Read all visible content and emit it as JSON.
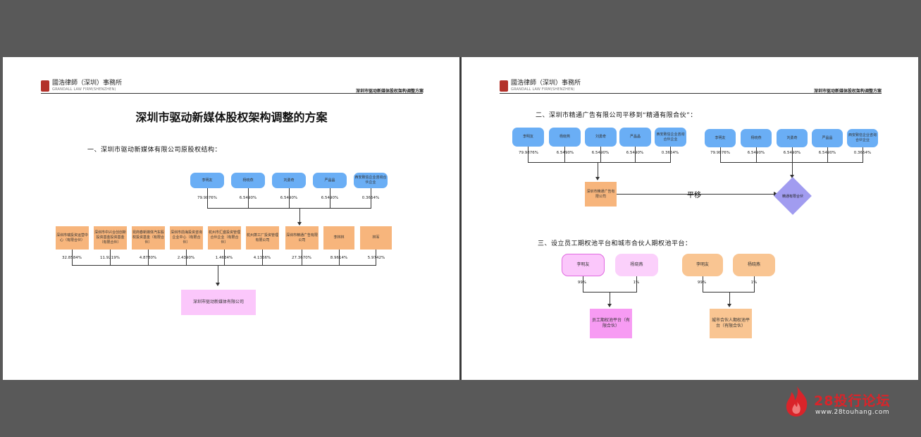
{
  "page1": {
    "header": {
      "firm_cn": "國浩律師（深圳）事務所",
      "firm_en": "GRANDALL LAW FIRM(SHENZHEN)",
      "doc_ref": "深圳市驱动新媒体股权架构调整方案"
    },
    "title": "深圳市驱动新媒体股权架构调整的方案",
    "section1": "一、深圳市驱动新媒体有限公司原股权结构：",
    "top_holders": [
      {
        "name": "李明友",
        "pct": "79.9876%"
      },
      {
        "name": "杨晓燕",
        "pct": "6.5490%"
      },
      {
        "name": "刘勇奇",
        "pct": "6.5490%"
      },
      {
        "name": "严晶晶",
        "pct": "6.5490%"
      },
      {
        "name": "西安致信企业咨询合伙企业",
        "pct": "0.3654%"
      }
    ],
    "shareholders": [
      {
        "name": "深圳市瑞投资运营中心（有限合伙）",
        "pct": "32.8584%"
      },
      {
        "name": "深圳市中兴合创创新投资基金投资基金（有限合伙）",
        "pct": "11.9219%"
      },
      {
        "name": "昆商春新媒体汽车股权投资基金（有限合伙）",
        "pct": "4.8780%"
      },
      {
        "name": "深圳市前海投资咨询企业中心（有限合伙）",
        "pct": "2.4390%"
      },
      {
        "name": "杭州市汇盛投资管理合伙企业（有限合伙）",
        "pct": "1.4634%"
      },
      {
        "name": "杭州萧工厂投资管理有限公司",
        "pct": "4.1366%"
      },
      {
        "name": "深圳市精通广告有限公司",
        "pct": "27.3670%"
      },
      {
        "name": "李林林",
        "pct": "8.9614%"
      },
      {
        "name": "林军",
        "pct": "5.9742%"
      }
    ],
    "company": "深圳市驱动新媒体有限公司"
  },
  "page2": {
    "header": {
      "firm_cn": "國浩律師（深圳）事務所",
      "firm_en": "GRANDALL LAW FIRM(SHENZHEN)",
      "doc_ref": "深圳市驱动新媒体股权架构调整方案"
    },
    "section2": "二、深圳市精通广告有限公司平移到“精通有限合伙”：",
    "left_holders": [
      {
        "name": "李明友",
        "pct": "79.9876%"
      },
      {
        "name": "杨晓燕",
        "pct": "6.5490%"
      },
      {
        "name": "刘勇奇",
        "pct": "6.5490%"
      },
      {
        "name": "严晶晶",
        "pct": "6.5490%"
      },
      {
        "name": "西安致信企业咨询合伙企业",
        "pct": "0.3654%"
      }
    ],
    "right_holders": [
      {
        "name": "李明友",
        "pct": "79.9876%"
      },
      {
        "name": "杨晓燕",
        "pct": "6.5490%"
      },
      {
        "name": "刘勇奇",
        "pct": "6.5490%"
      },
      {
        "name": "严晶晶",
        "pct": "6.5490%"
      },
      {
        "name": "西安致信企业咨询合伙企业",
        "pct": "0.3654%"
      }
    ],
    "left_company": "深圳市精通广告有限公司",
    "move_label": "平移",
    "right_entity": "精通有限合伙",
    "section3": "三、设立员工期权池平台和城市合伙人期权池平台：",
    "pool_left": {
      "a": "李明友",
      "b": "杨晓燕",
      "pa": "99%",
      "pb": "1%",
      "entity": "员工期权池平台（有限合伙）"
    },
    "pool_right": {
      "a": "李明友",
      "b": "杨晓燕",
      "pa": "99%",
      "pb": "1%",
      "entity": "城市合伙人期权池平台（有限合伙）"
    }
  },
  "watermark": {
    "title": "28投行论坛",
    "url": "www.28touhang.com"
  },
  "colors": {
    "blue": "#6aaef5",
    "orange": "#f7b57c",
    "pink": "#fbc7fb",
    "purple": "#a19cf0",
    "brand_red": "#d9242a"
  }
}
